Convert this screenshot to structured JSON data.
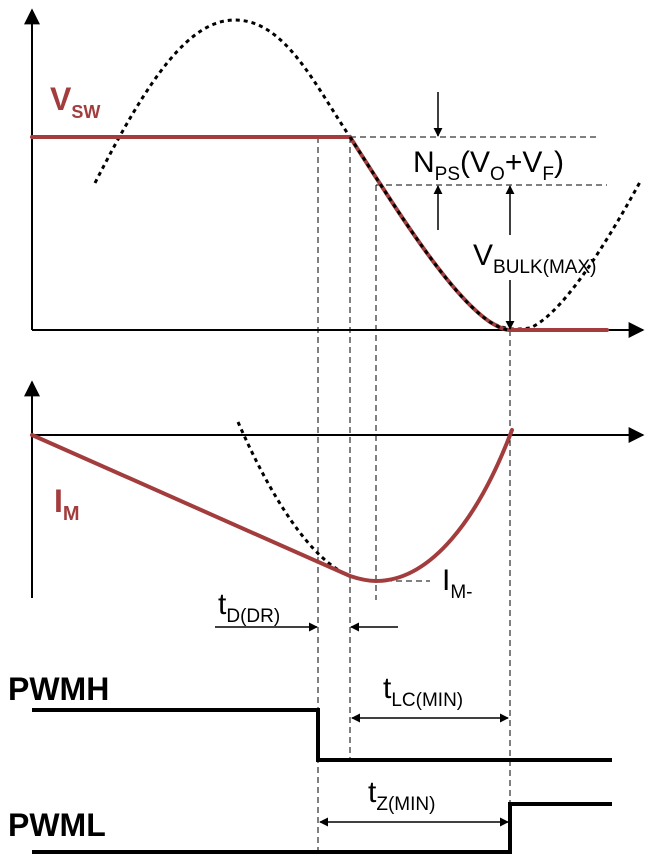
{
  "labels": {
    "vsw_main": "V",
    "vsw_sub": "SW",
    "im_main": "I",
    "im_sub": "M",
    "nps_main": "N",
    "nps_sub": "PS",
    "nps_paren": "(V",
    "nps_o": "O",
    "nps_plus": "+V",
    "nps_f": "F",
    "nps_close": ")",
    "vbulk_main": "V",
    "vbulk_sub": "BULK(MAX)",
    "im_minus_main": "I",
    "im_minus_sub": "M-",
    "tddr_main": "t",
    "tddr_sub": "D(DR)",
    "tlc_main": "t",
    "tlc_sub": "LC(MIN)",
    "tz_main": "t",
    "tz_sub": "Z(MIN)",
    "pwmh": "PWMH",
    "pwml": "PWML"
  },
  "colors": {
    "trace": "#a33d3d",
    "ink": "#000000"
  }
}
